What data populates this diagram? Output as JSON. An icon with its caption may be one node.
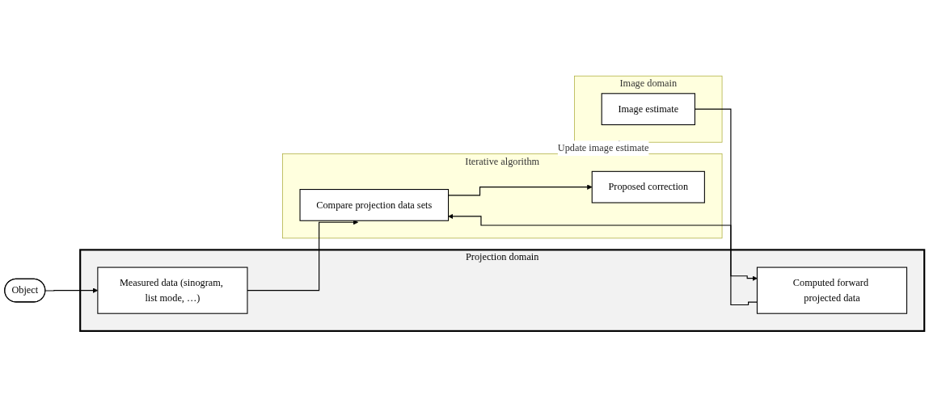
{
  "diagram": {
    "nodes": [
      {
        "text": [
          "Object"
        ]
      },
      {
        "text": [
          "Projection domain"
        ]
      },
      {
        "text": [
          "Measured data (sinogram, list mode, …)"
        ],
        "in": 1
      },
      {
        "text": [
          "Computed forward projected data"
        ],
        "in": 1
      },
      {
        "text": [
          "Iterative algorithm"
        ]
      },
      {
        "text": [
          "Compare projection data sets"
        ],
        "in": 4
      },
      {
        "text": [
          "Proposed correction"
        ],
        "in": 4
      },
      {
        "text": [
          "Image domain"
        ]
      },
      {
        "text": [
          "Image estimate"
        ],
        "in": 7
      }
    ],
    "edges": [
      {
        "from": 0,
        "to": 2,
        "arrow": "to"
      },
      {
        "from": 2,
        "to": 5,
        "arrow": "to"
      },
      {
        "from": 3,
        "to": 5,
        "arrow": "to"
      },
      {
        "from": 8,
        "to": 3,
        "arrow": "to"
      },
      {
        "from": 5,
        "to": 6,
        "arrow": "to"
      },
      {
        "from": 4,
        "to": 7,
        "arrow": "to",
        "label": "Update image estimate"
      }
    ]
  }
}
